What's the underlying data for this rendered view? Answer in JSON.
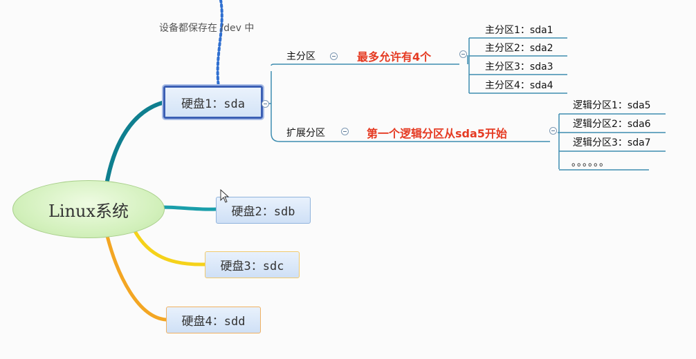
{
  "annotation": "设备都保存在 /dev 中",
  "root": {
    "label": "Linux系统"
  },
  "disks": [
    {
      "label": "硬盘1：sda"
    },
    {
      "label": "硬盘2：sdb"
    },
    {
      "label": "硬盘3：sdc"
    },
    {
      "label": "硬盘4：sdd"
    }
  ],
  "primary": {
    "label": "主分区",
    "note": "最多允许有4个",
    "items": [
      "主分区1：sda1",
      "主分区2：sda2",
      "主分区3：sda3",
      "主分区4：sda4"
    ]
  },
  "extended": {
    "label": "扩展分区",
    "note": "第一个逻辑分区从sda5开始",
    "items": [
      "逻辑分区1：sda5",
      "逻辑分区2：sda6",
      "逻辑分区3：sda7",
      "。。。。。。"
    ]
  },
  "colors": {
    "note_red": "#e53a22",
    "branch_teal": "#0f7f8f",
    "branch_yellow": "#f5d21a",
    "branch_orange": "#f3a623",
    "connector_blue": "#3d8cb0",
    "dotted_blue": "#2f6fd0"
  }
}
